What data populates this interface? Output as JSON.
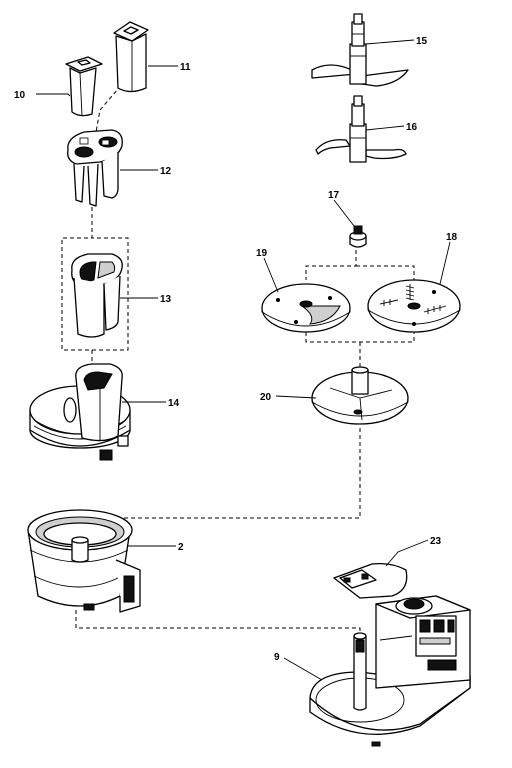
{
  "labels": {
    "p2": "2",
    "p9": "9",
    "p10": "10",
    "p11": "11",
    "p12": "12",
    "p13": "13",
    "p14": "14",
    "p15": "15",
    "p16": "16",
    "p17": "17",
    "p18": "18",
    "p19": "19",
    "p20": "20",
    "p23": "23"
  }
}
